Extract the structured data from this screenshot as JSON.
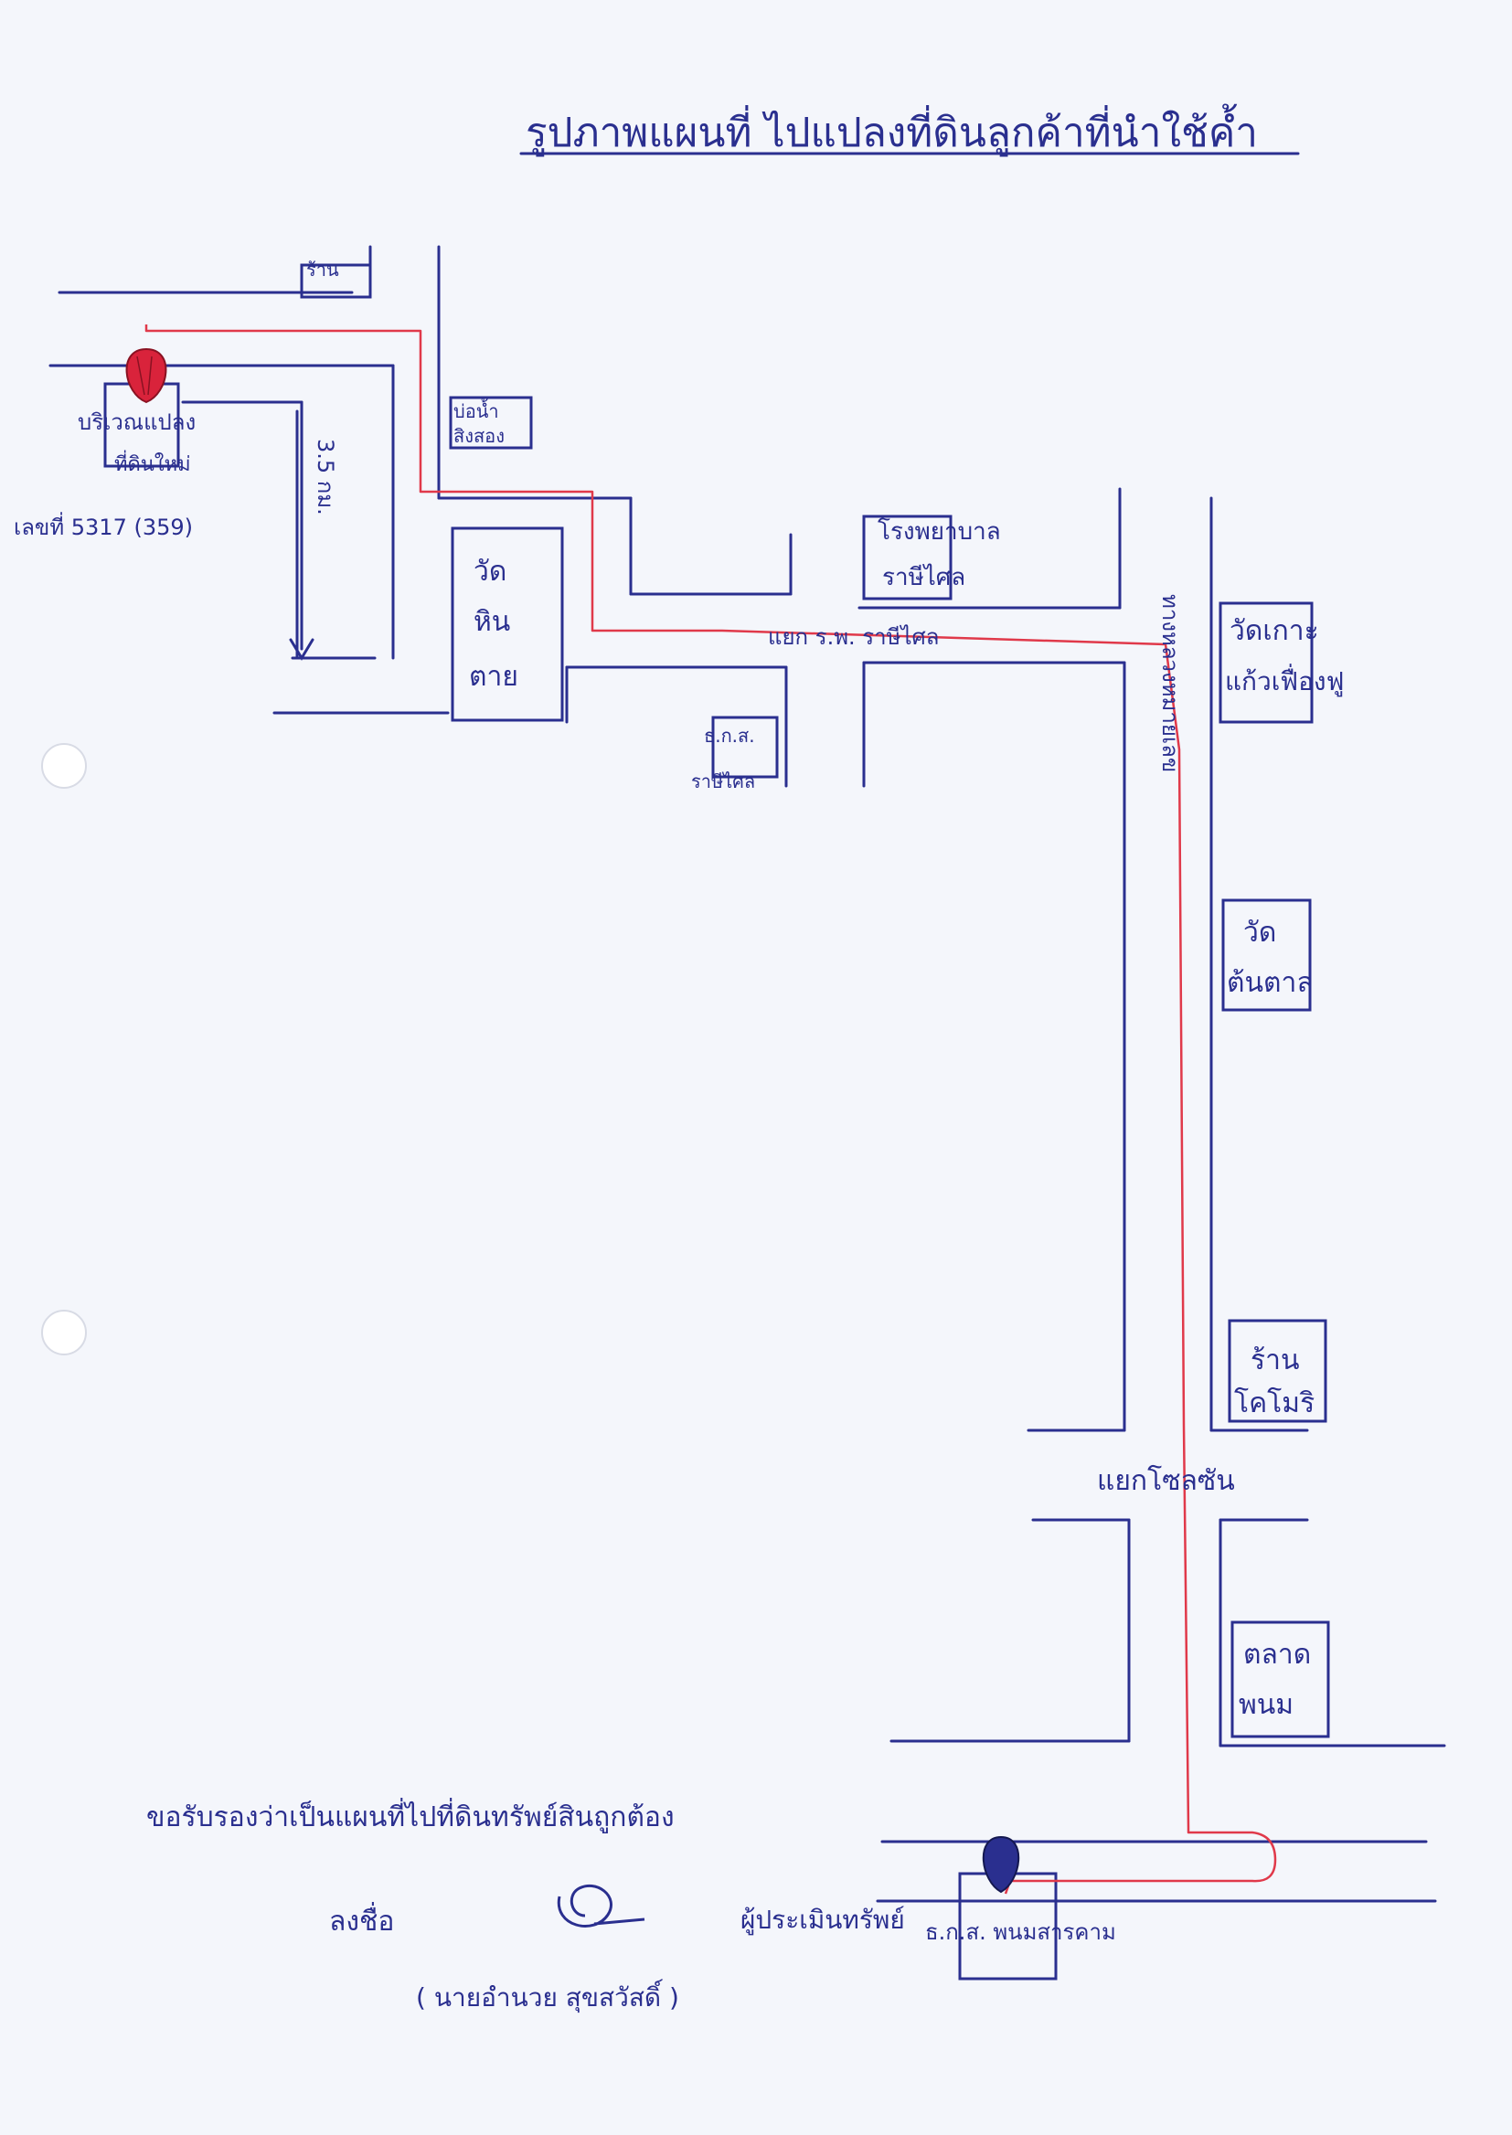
{
  "title": "รูปภาพแผนที่ ไปแปลงที่ดินลูกค้าที่นำใช้ค้ำ",
  "colors": {
    "ink": "#2a2f8f",
    "route": "#e0394a",
    "pin_customer": "#d9233b",
    "pin_bank": "#2a2f8f"
  },
  "labels": {
    "shop_top": "ร้าน",
    "customer_plot_1": "บริเวณแปลง",
    "customer_plot_2": "ที่ดินใหม่",
    "deed_no": "เลขที่ 5317 (359)",
    "distance": "3.5 กม.",
    "pond": "บ่อน้ำ",
    "pond_2": "สิงสอง",
    "wat_hin_1": "วัด",
    "wat_hin_2": "หิน",
    "wat_hin_3": "ตาย",
    "hospital_1": "โรงพยาบาล",
    "hospital_2": "ราษีไศล",
    "junction_rasi": "แยก ร.พ. ราษีไศล",
    "baac_rasi_1": "ธ.ก.ส.",
    "baac_rasi_2": "ราษีไศล",
    "highway": "ทางหลวงหมายเลข",
    "wat_kaeo_1": "วัดเกาะ",
    "wat_kaeo_2": "แก้วเฟื่องฟู",
    "wat_tontan_1": "วัด",
    "wat_tontan_2": "ต้นตาล",
    "komori_1": "ร้าน",
    "komori_2": "โคโมริ",
    "junction_soi": "แยกโซลซัน",
    "market_1": "ตลาด",
    "market_2": "พนม",
    "baac_branch": "ธ.ก.ส. พนมสารคาม"
  },
  "certification": {
    "statement": "ขอรับรองว่าเป็นแผนที่ไปที่ดินทรัพย์สินถูกต้อง",
    "sign_label": "ลงชื่อ",
    "role": "ผู้ประเมินทรัพย์",
    "name": "( นายอำนวย สุขสวัสดิ์ )"
  }
}
